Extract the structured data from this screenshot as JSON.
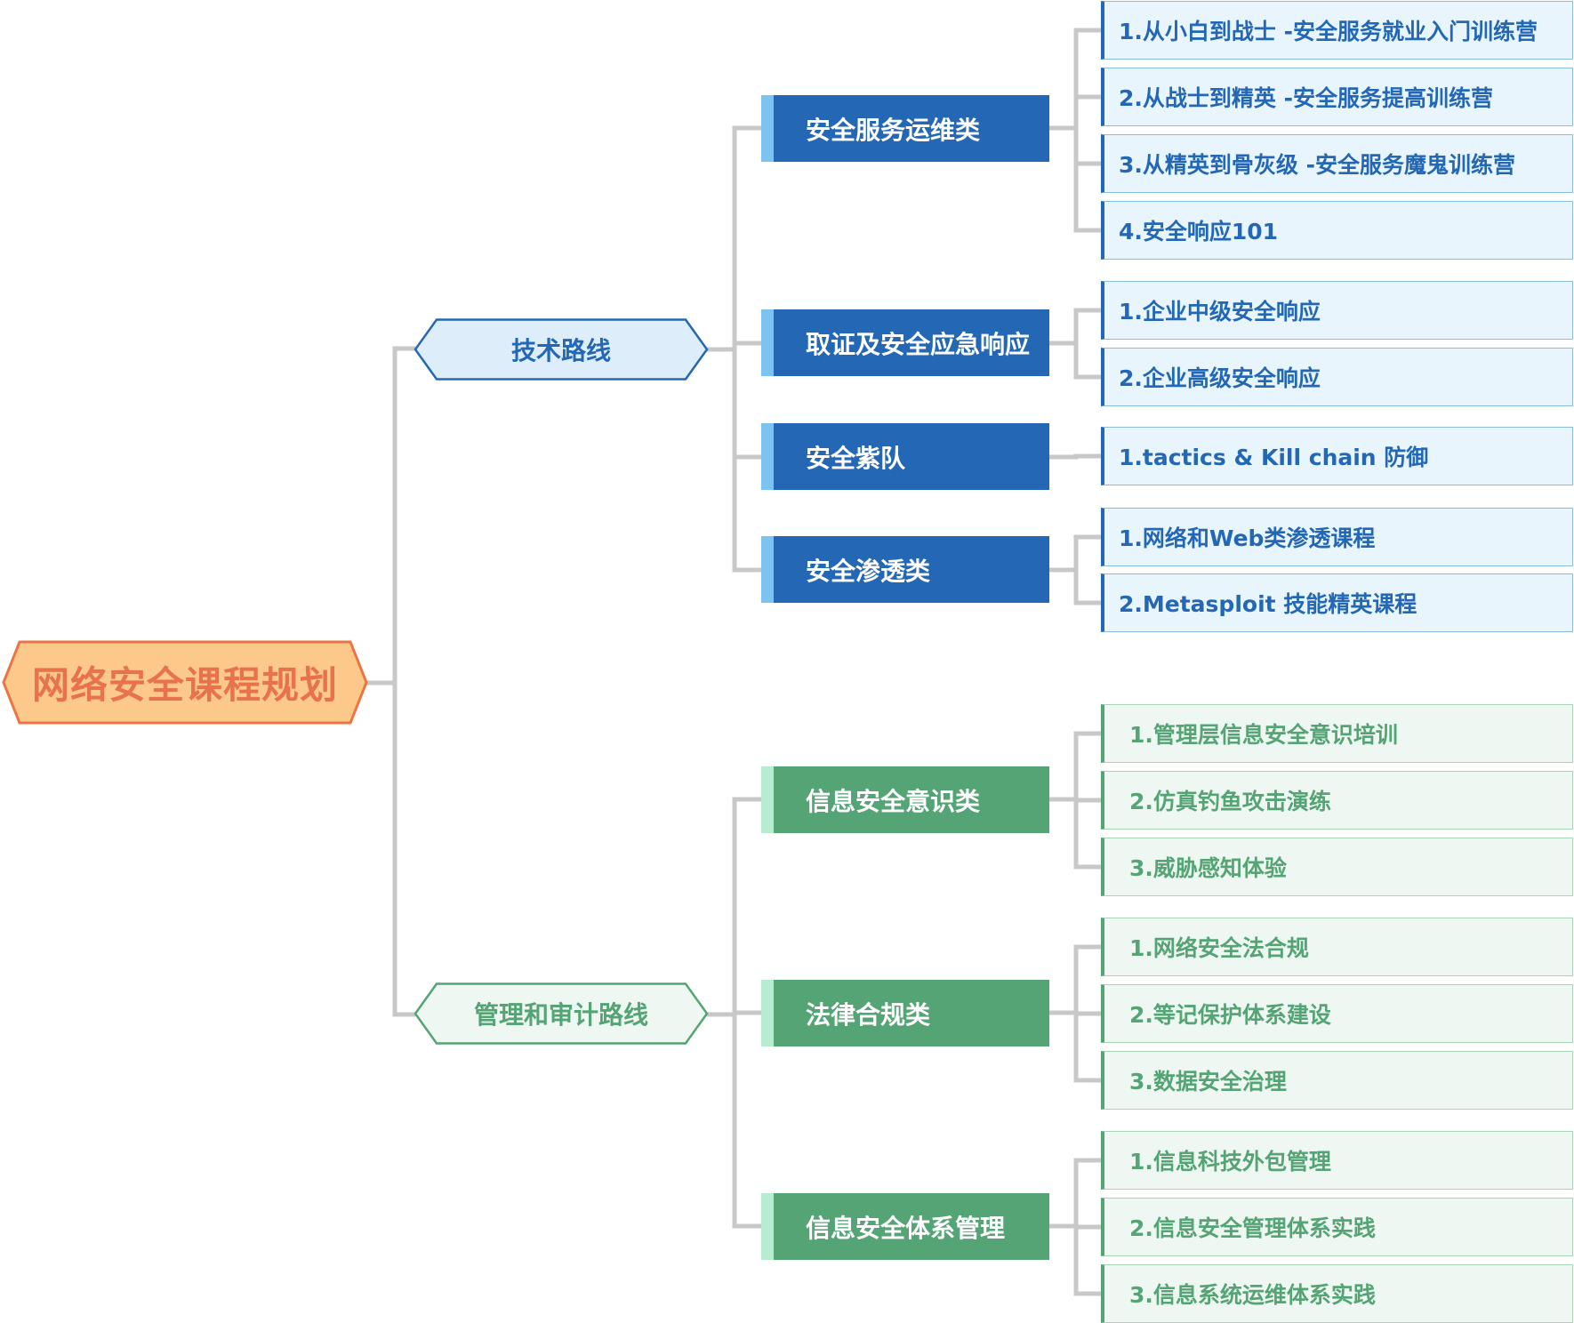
{
  "colors": {
    "connector": "#c8c8c8",
    "root_fill": "#fcc98a",
    "root_stroke": "#ee7344",
    "tech_fill": "#ddeefa",
    "tech_stroke": "#2468b5",
    "mgmt_fill": "#eef7f2",
    "mgmt_stroke": "#55a475"
  },
  "root": {
    "label": "网络安全课程规划"
  },
  "branches": [
    {
      "label": "技术路线",
      "categories": [
        {
          "label": "安全服务运维类",
          "items": [
            "1.从小白到战士 -安全服务就业入门训练营",
            "2.从战士到精英 -安全服务提高训练营",
            "3.从精英到骨灰级 -安全服务魔鬼训练营",
            "4.安全响应101"
          ]
        },
        {
          "label": "取证及安全应急响应",
          "items": [
            "1.企业中级安全响应",
            "2.企业高级安全响应"
          ]
        },
        {
          "label": "安全紫队",
          "items": [
            "1.tactics & Kill chain 防御"
          ]
        },
        {
          "label": "安全渗透类",
          "items": [
            "1.网络和Web类渗透课程",
            "2.Metasploit 技能精英课程"
          ]
        }
      ]
    },
    {
      "label": "管理和审计路线",
      "categories": [
        {
          "label": "信息安全意识类",
          "items": [
            "1.管理层信息安全意识培训",
            "2.仿真钓鱼攻击演练",
            "3.威胁感知体验"
          ]
        },
        {
          "label": "法律合规类",
          "items": [
            "1.网络安全法合规",
            "2.等记保护体系建设",
            "3.数据安全治理"
          ]
        },
        {
          "label": "信息安全体系管理",
          "items": [
            "1.信息科技外包管理",
            "2.信息安全管理体系实践",
            "3.信息系统运维体系实践"
          ]
        }
      ]
    }
  ]
}
